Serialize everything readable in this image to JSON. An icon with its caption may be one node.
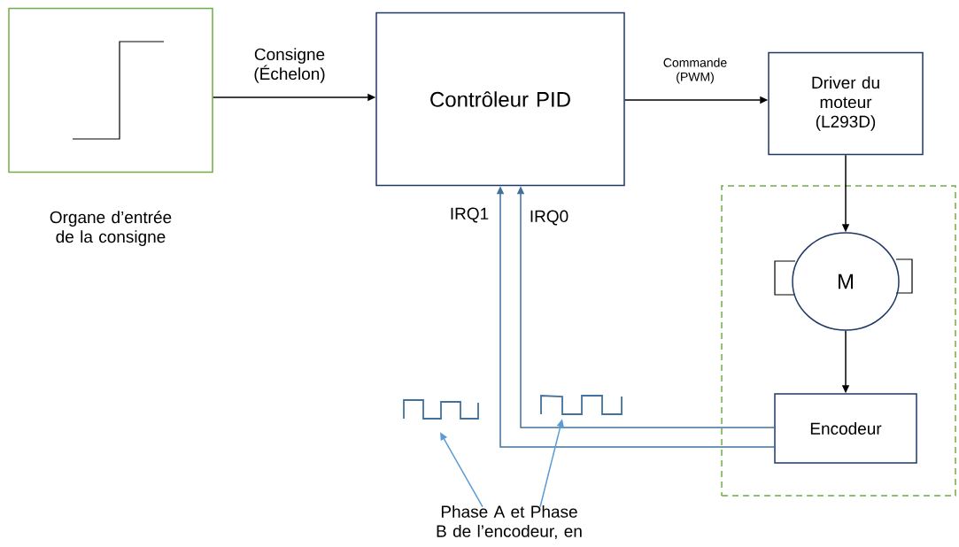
{
  "diagram": {
    "nodes": [
      {
        "text": [],
        "shape": "box",
        "beside": [
          "Organe d’entrée de la consigne"
        ]
      },
      {
        "text": [
          "Contrôleur PID"
        ]
      },
      {
        "text": [
          "Driver du moteur (L293D)"
        ]
      },
      {
        "text": [],
        "shape": "box"
      },
      {
        "text": [
          "M"
        ],
        "in": 3
      },
      {
        "text": [
          "Encodeur"
        ],
        "in": 3
      },
      {
        "text": [
          "Phase A et Phase B de l’encodeur, en"
        ]
      },
      {
        "text": [],
        "shape": "picture"
      },
      {
        "text": [],
        "shape": "picture"
      }
    ],
    "edges": [
      {
        "from": 0,
        "to": 1,
        "arrow": "to",
        "label": "Consigne (Échelon)"
      },
      {
        "from": 1,
        "to": 2,
        "arrow": "to",
        "label": "Commande (PWM)"
      },
      {
        "from": 2,
        "to": 4,
        "arrow": "to"
      },
      {
        "from": 4,
        "to": 5,
        "arrow": "to"
      },
      {
        "from": 5,
        "to": 1,
        "arrow": "to",
        "label": "IRQ1",
        "color": "#41719c"
      },
      {
        "from": 5,
        "to": 1,
        "arrow": "to",
        "label": "IRQ0",
        "color": "#41719c"
      },
      {
        "from": 6,
        "to": 7,
        "arrow": "to",
        "color": "#5b9bd5"
      },
      {
        "from": 6,
        "to": 8,
        "arrow": "to",
        "color": "#5b9bd5"
      }
    ]
  }
}
